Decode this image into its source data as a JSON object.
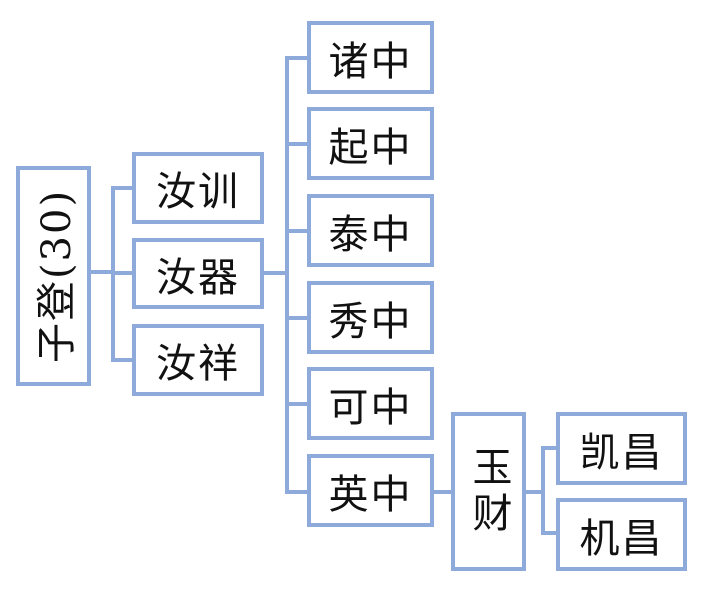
{
  "root": {
    "label": "子登(30)"
  },
  "gen2": [
    {
      "label": "汝训"
    },
    {
      "label": "汝器"
    },
    {
      "label": "汝祥"
    }
  ],
  "gen3": [
    {
      "label": "诸中"
    },
    {
      "label": "起中"
    },
    {
      "label": "泰中"
    },
    {
      "label": "秀中"
    },
    {
      "label": "可中"
    },
    {
      "label": "英中"
    }
  ],
  "gen4": [
    {
      "label": "玉财"
    }
  ],
  "gen5": [
    {
      "label": "凯昌"
    },
    {
      "label": "机昌"
    }
  ],
  "colors": {
    "border": "#8eaadb",
    "text": "#111111"
  }
}
